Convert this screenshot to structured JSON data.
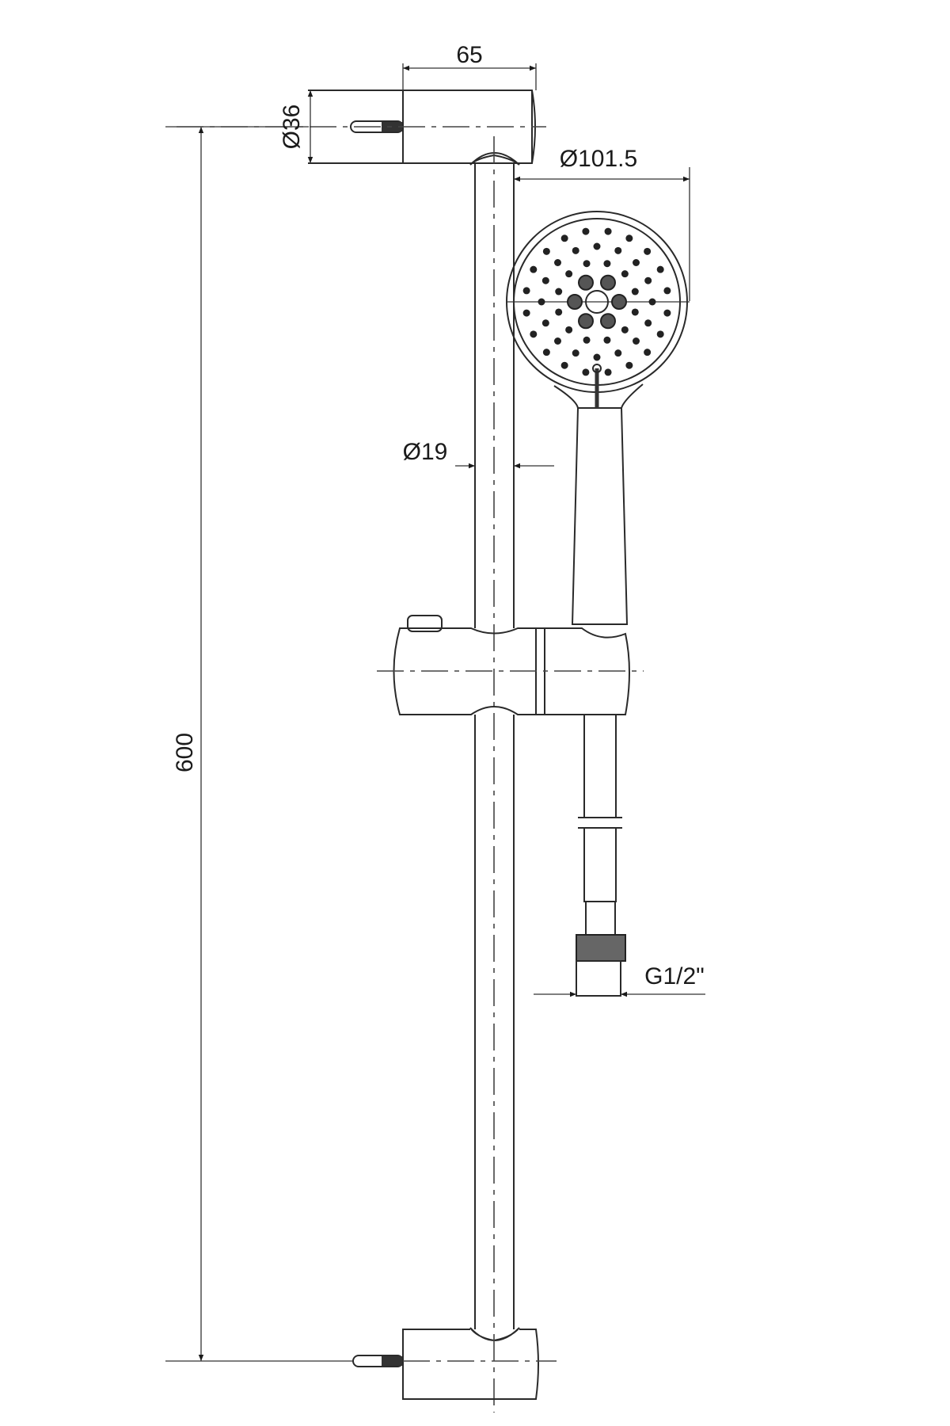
{
  "drawing": {
    "title": "Shower rail set dimensional drawing",
    "dimensions": {
      "bracket_depth": "65",
      "bracket_diameter": "Ø36",
      "head_diameter": "Ø101.5",
      "rail_diameter": "Ø19",
      "rail_length": "600",
      "hose_connection": "G1/2\""
    },
    "colors": {
      "line": "#2a2a2a",
      "background": "#ffffff"
    }
  }
}
